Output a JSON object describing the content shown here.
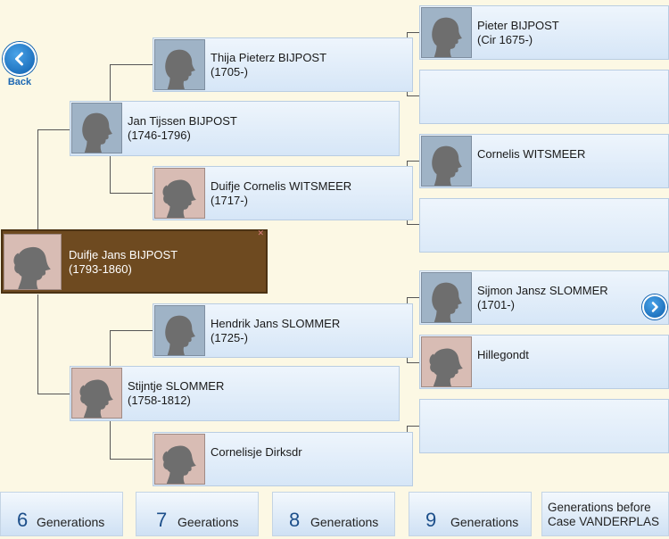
{
  "nav": {
    "back_label": "Back"
  },
  "root": {
    "name": "Duifje Jans BIJPOST",
    "dates": "(1793-1860)"
  },
  "people": {
    "g1_father": {
      "name": "Jan Tijssen BIJPOST",
      "dates": "(1746-1796)"
    },
    "g1_mother": {
      "name": "Stijntje SLOMMER",
      "dates": "(1758-1812)"
    },
    "g2_ff": {
      "name": "Thija Pieterz BIJPOST",
      "dates": "(1705-)"
    },
    "g2_fm": {
      "name": "Duifje Cornelis WITSMEER",
      "dates": "(1717-)"
    },
    "g2_mf": {
      "name": "Hendrik Jans SLOMMER",
      "dates": "(1725-)"
    },
    "g2_mm": {
      "name": "Cornelisje Dirksdr",
      "dates": ""
    },
    "g3_fff": {
      "name": "Pieter BIJPOST",
      "dates": "(Cir 1675-)"
    },
    "g3_fmf": {
      "name": "Cornelis WITSMEER",
      "dates": ""
    },
    "g3_mff": {
      "name": "Sijmon Jansz SLOMMER",
      "dates": "(1701-)"
    },
    "g3_mfm": {
      "name": "Hillegondt",
      "dates": ""
    }
  },
  "generations": [
    {
      "num": "6",
      "label": "Generations"
    },
    {
      "num": "7",
      "label": "Geerations"
    },
    {
      "num": "8",
      "label": "Generations"
    },
    {
      "num": "9",
      "label": "Generations"
    }
  ],
  "generations_before": {
    "line1": "Generations before",
    "line2": "Case VANDERPLAS"
  }
}
